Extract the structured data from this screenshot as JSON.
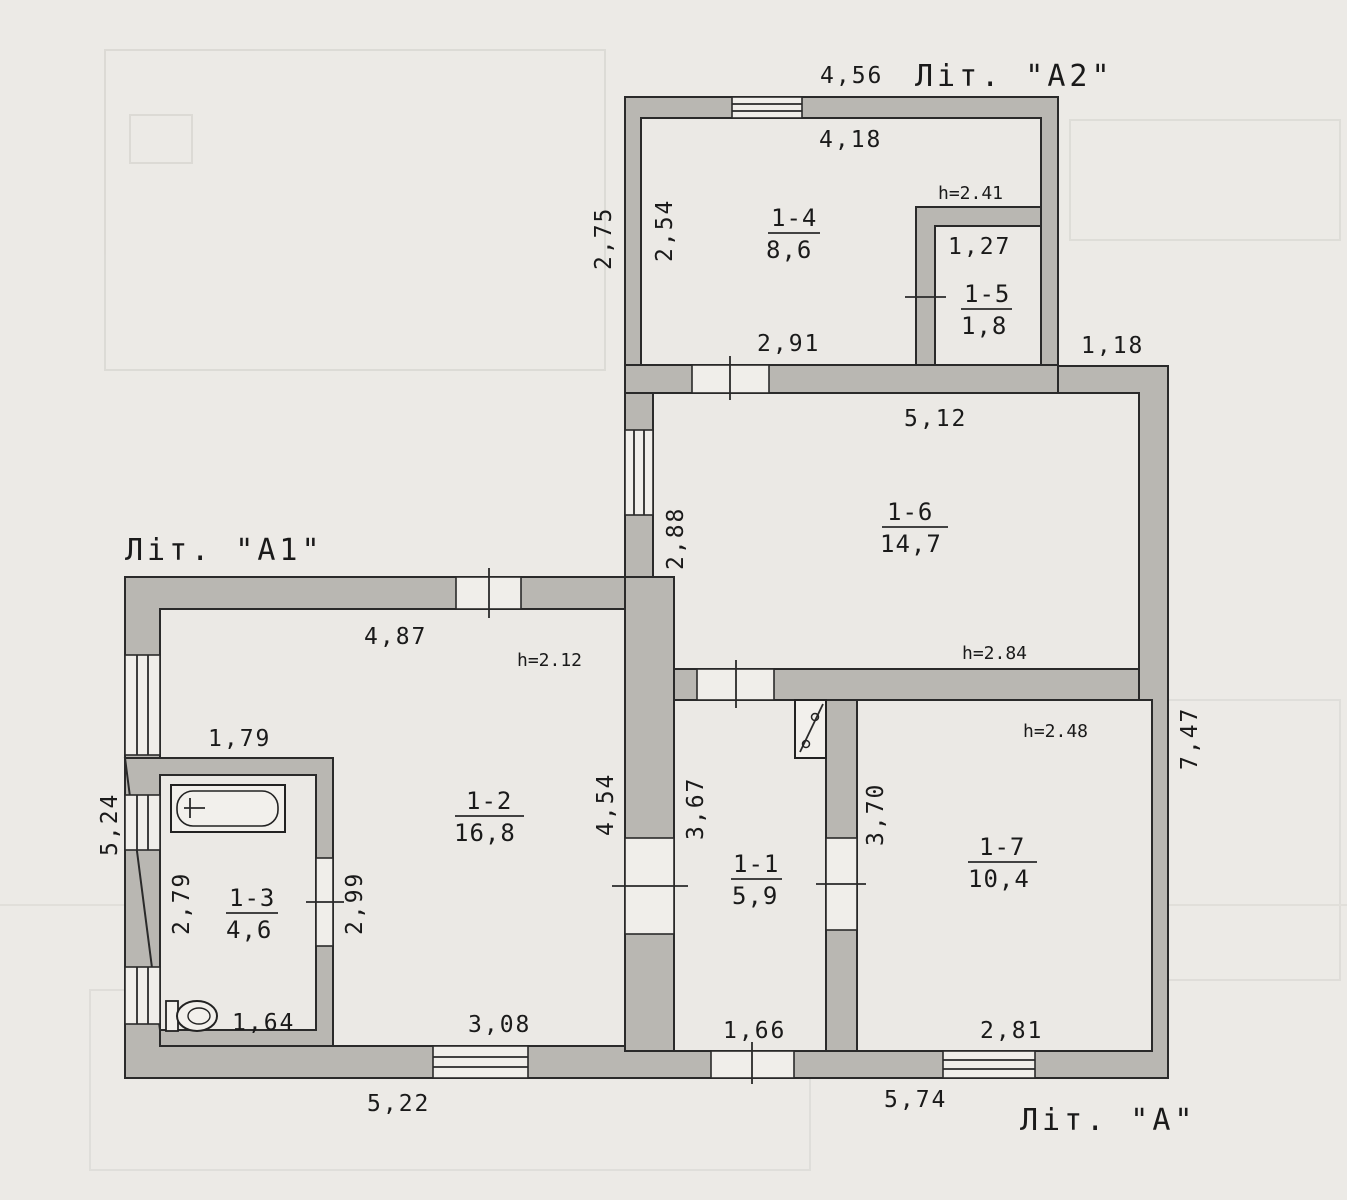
{
  "titles": {
    "lit_a": "Літ. \"А\"",
    "lit_a1": "Літ. \"А1\"",
    "lit_a2": "Літ. \"А2\""
  },
  "rooms": [
    {
      "number": "1-1",
      "area": "5,9"
    },
    {
      "number": "1-2",
      "area": "16,8"
    },
    {
      "number": "1-3",
      "area": "4,6"
    },
    {
      "number": "1-4",
      "area": "8,6"
    },
    {
      "number": "1-5",
      "area": "1,8"
    },
    {
      "number": "1-6",
      "area": "14,7"
    },
    {
      "number": "1-7",
      "area": "10,4"
    }
  ],
  "heights": {
    "a2": "h=2.41",
    "a1": "h=2.12",
    "a_1_6": "h=2.84",
    "a_1_7": "h=2.48"
  },
  "dimensions": {
    "a2_outer_top": "4,56",
    "a2_inner_top": "4,18",
    "a2_outer_left": "2,75",
    "a2_inner_left": "2,54",
    "r15_width": "1,27",
    "a2_bottom": "2,91",
    "a2_right_step": "1,18",
    "r16_width": "5,12",
    "r16_height": "2,88",
    "a_outer_right": "7,47",
    "r17_height": "3,70",
    "r17_width": "2,81",
    "a_outer_bottom": "5,74",
    "r11_width": "1,66",
    "r11_height": "3,67",
    "a_left_wall": "4,54",
    "r12_width": "4,87",
    "r12_bottom": "3,08",
    "a1_outer_bottom": "5,22",
    "a1_outer_left": "5,24",
    "r13_width": "1,79",
    "r13_inner_height": "2,79",
    "r13_outer_height": "2,99",
    "r13_bottom": "1,64"
  }
}
